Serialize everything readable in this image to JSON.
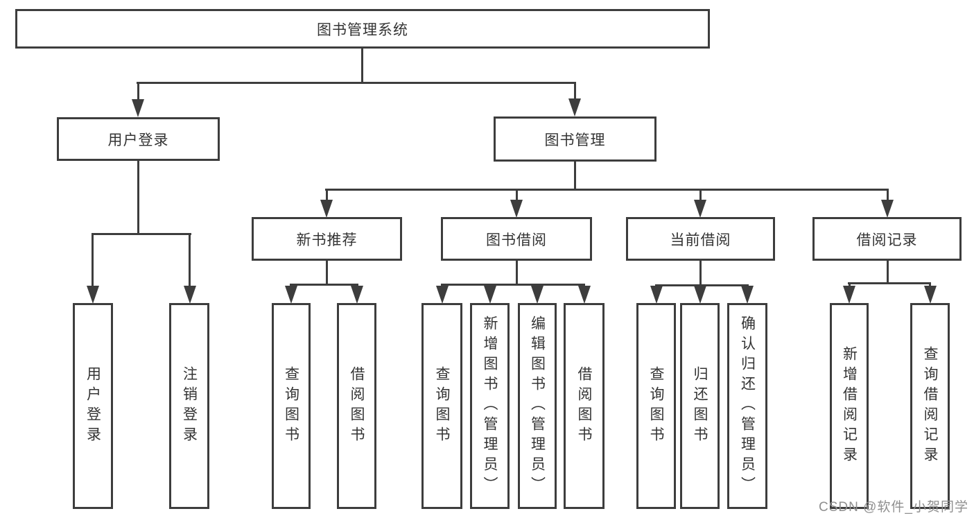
{
  "diagram": {
    "root": {
      "label": "图书管理系统"
    },
    "user_login": {
      "label": "用户登录",
      "children": [
        "用户登录",
        "注销登录"
      ]
    },
    "book_mgmt": {
      "label": "图书管理",
      "sections": [
        {
          "label": "新书推荐",
          "children": [
            "查询图书",
            "借阅图书"
          ]
        },
        {
          "label": "图书借阅",
          "children": [
            "查询图书",
            "新增图书（管理员）",
            "编辑图书（管理员）",
            "借阅图书"
          ]
        },
        {
          "label": "当前借阅",
          "children": [
            "查询图书",
            "归还图书",
            "确认归还（管理员）"
          ]
        },
        {
          "label": "借阅记录",
          "children": [
            "新增借阅记录",
            "查询借阅记录"
          ]
        }
      ]
    }
  },
  "watermark": {
    "text": "CSDN @软件_小贺同学"
  },
  "colors": {
    "line": "#3d3d3d",
    "box_border": "#3d3d3d",
    "box_fill": "#ffffff",
    "text": "#333333",
    "watermark": "#8f8f8f",
    "background": "#ffffff"
  }
}
